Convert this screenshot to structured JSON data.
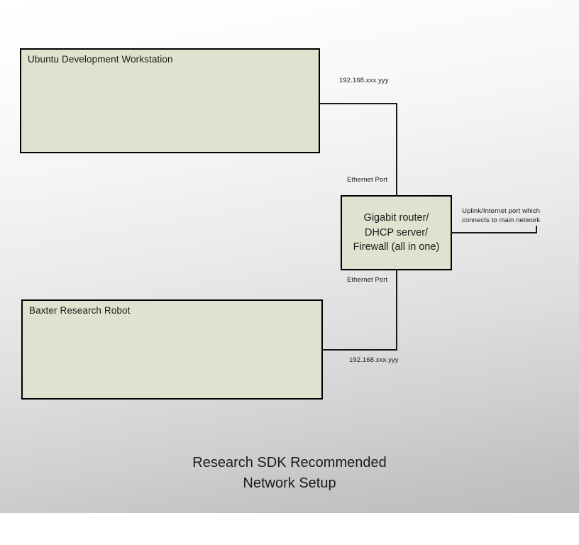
{
  "diagram": {
    "title_line1": "Research SDK Recommended",
    "title_line2": "Network Setup",
    "colors": {
      "node_fill": "#dfe2ce",
      "node_border": "#000000",
      "line": "#1a1a1a",
      "background_top": "#ffffff",
      "background_bottom": "#bcbcbc"
    },
    "nodes": {
      "workstation": {
        "label": "Ubuntu Development Workstation"
      },
      "robot": {
        "label": "Baxter Research Robot"
      },
      "router": {
        "line1": "Gigabit router/",
        "line2": "DHCP server/",
        "line3": "Firewall (all in one)"
      }
    },
    "annotations": {
      "ip_top": "192.168.xxx.yyy",
      "ip_bottom": "192.168.xxx.yyy",
      "ethernet_port_top": "Ethernet Port",
      "ethernet_port_bottom": "Ethernet Port",
      "uplink_line1": "Uplink/Internet port which",
      "uplink_line2": "connects to main network"
    }
  }
}
